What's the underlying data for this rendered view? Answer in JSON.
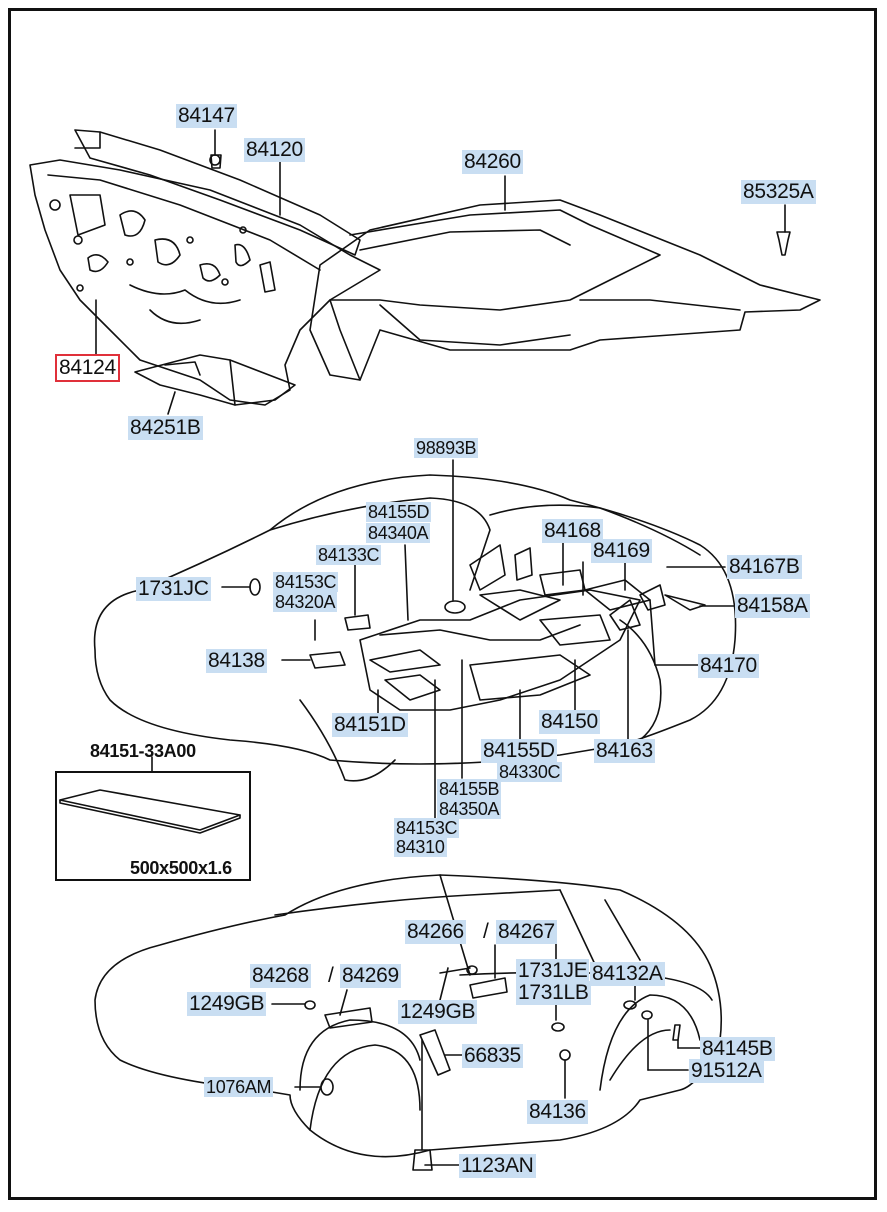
{
  "labels": {
    "l84147": "84147",
    "l84120": "84120",
    "l84260": "84260",
    "l85325A": "85325A",
    "l84124": "84124",
    "l84251B": "84251B",
    "l98893B": "98893B",
    "l84155D_a": "84155D",
    "l84340A": "84340A",
    "l84168": "84168",
    "l84169": "84169",
    "l84133C": "84133C",
    "l84167B": "84167B",
    "l1731JC": "1731JC",
    "l84153C_a": "84153C",
    "l84320A": "84320A",
    "l84158A": "84158A",
    "l84138": "84138",
    "l84170": "84170",
    "l84151D": "84151D",
    "l84150": "84150",
    "l84155D_b": "84155D",
    "l84163": "84163",
    "l84330C": "84330C",
    "l84155B": "84155B",
    "l84350A": "84350A",
    "l84153C_b": "84153C",
    "l84310": "84310",
    "l84151_33A00": "84151-33A00",
    "l500x500": "500x500x1.6",
    "l84266": "84266",
    "l84267": "84267",
    "l84268": "84268",
    "l84269": "84269",
    "l1731JE": "1731JE",
    "l84132A": "84132A",
    "l1249GB_a": "1249GB",
    "l1731LB": "1731LB",
    "l1249GB_b": "1249GB",
    "l66835": "66835",
    "l84145B": "84145B",
    "l91512A": "91512A",
    "l1076AM": "1076AM",
    "l84136": "84136",
    "l1123AN": "1123AN"
  },
  "separators": {
    "slash1": "/",
    "slash2": "/"
  },
  "colors": {
    "label_bg": "#c9def2",
    "highlight": "#e0303a",
    "line": "#111111"
  }
}
